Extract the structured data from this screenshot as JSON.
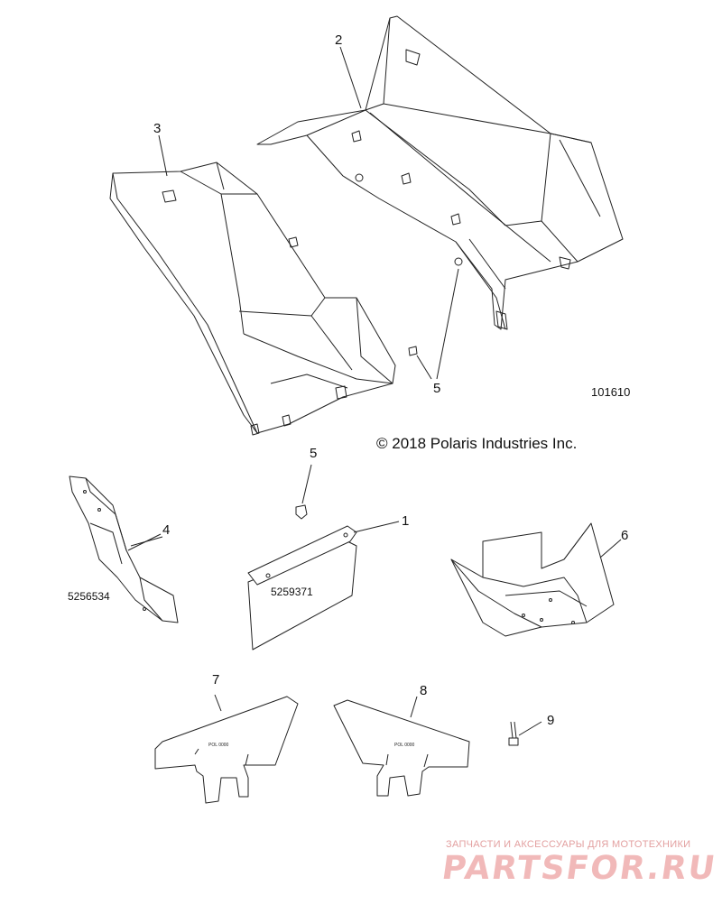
{
  "callouts": [
    {
      "id": "c1",
      "text": "1"
    },
    {
      "id": "c2",
      "text": "2"
    },
    {
      "id": "c3",
      "text": "3"
    },
    {
      "id": "c4",
      "text": "4"
    },
    {
      "id": "c5a",
      "text": "5"
    },
    {
      "id": "c5b",
      "text": "5"
    },
    {
      "id": "c6",
      "text": "6"
    },
    {
      "id": "c7",
      "text": "7"
    },
    {
      "id": "c8",
      "text": "8"
    },
    {
      "id": "c9",
      "text": "9"
    }
  ],
  "part_numbers": {
    "p4": "5256534",
    "p1": "5259371"
  },
  "decal_text": {
    "left": "POL 0000",
    "right": "POL 0000"
  },
  "drawing_ref": "101610",
  "copyright": "© 2018 Polaris Industries Inc.",
  "watermark": {
    "tagline": "ЗАПЧАСТИ И АКСЕССУАРЫ ДЛЯ МОТОТЕХНИКИ",
    "logo": "PARTSFOR.RU",
    "color": "#f1b9b9"
  }
}
